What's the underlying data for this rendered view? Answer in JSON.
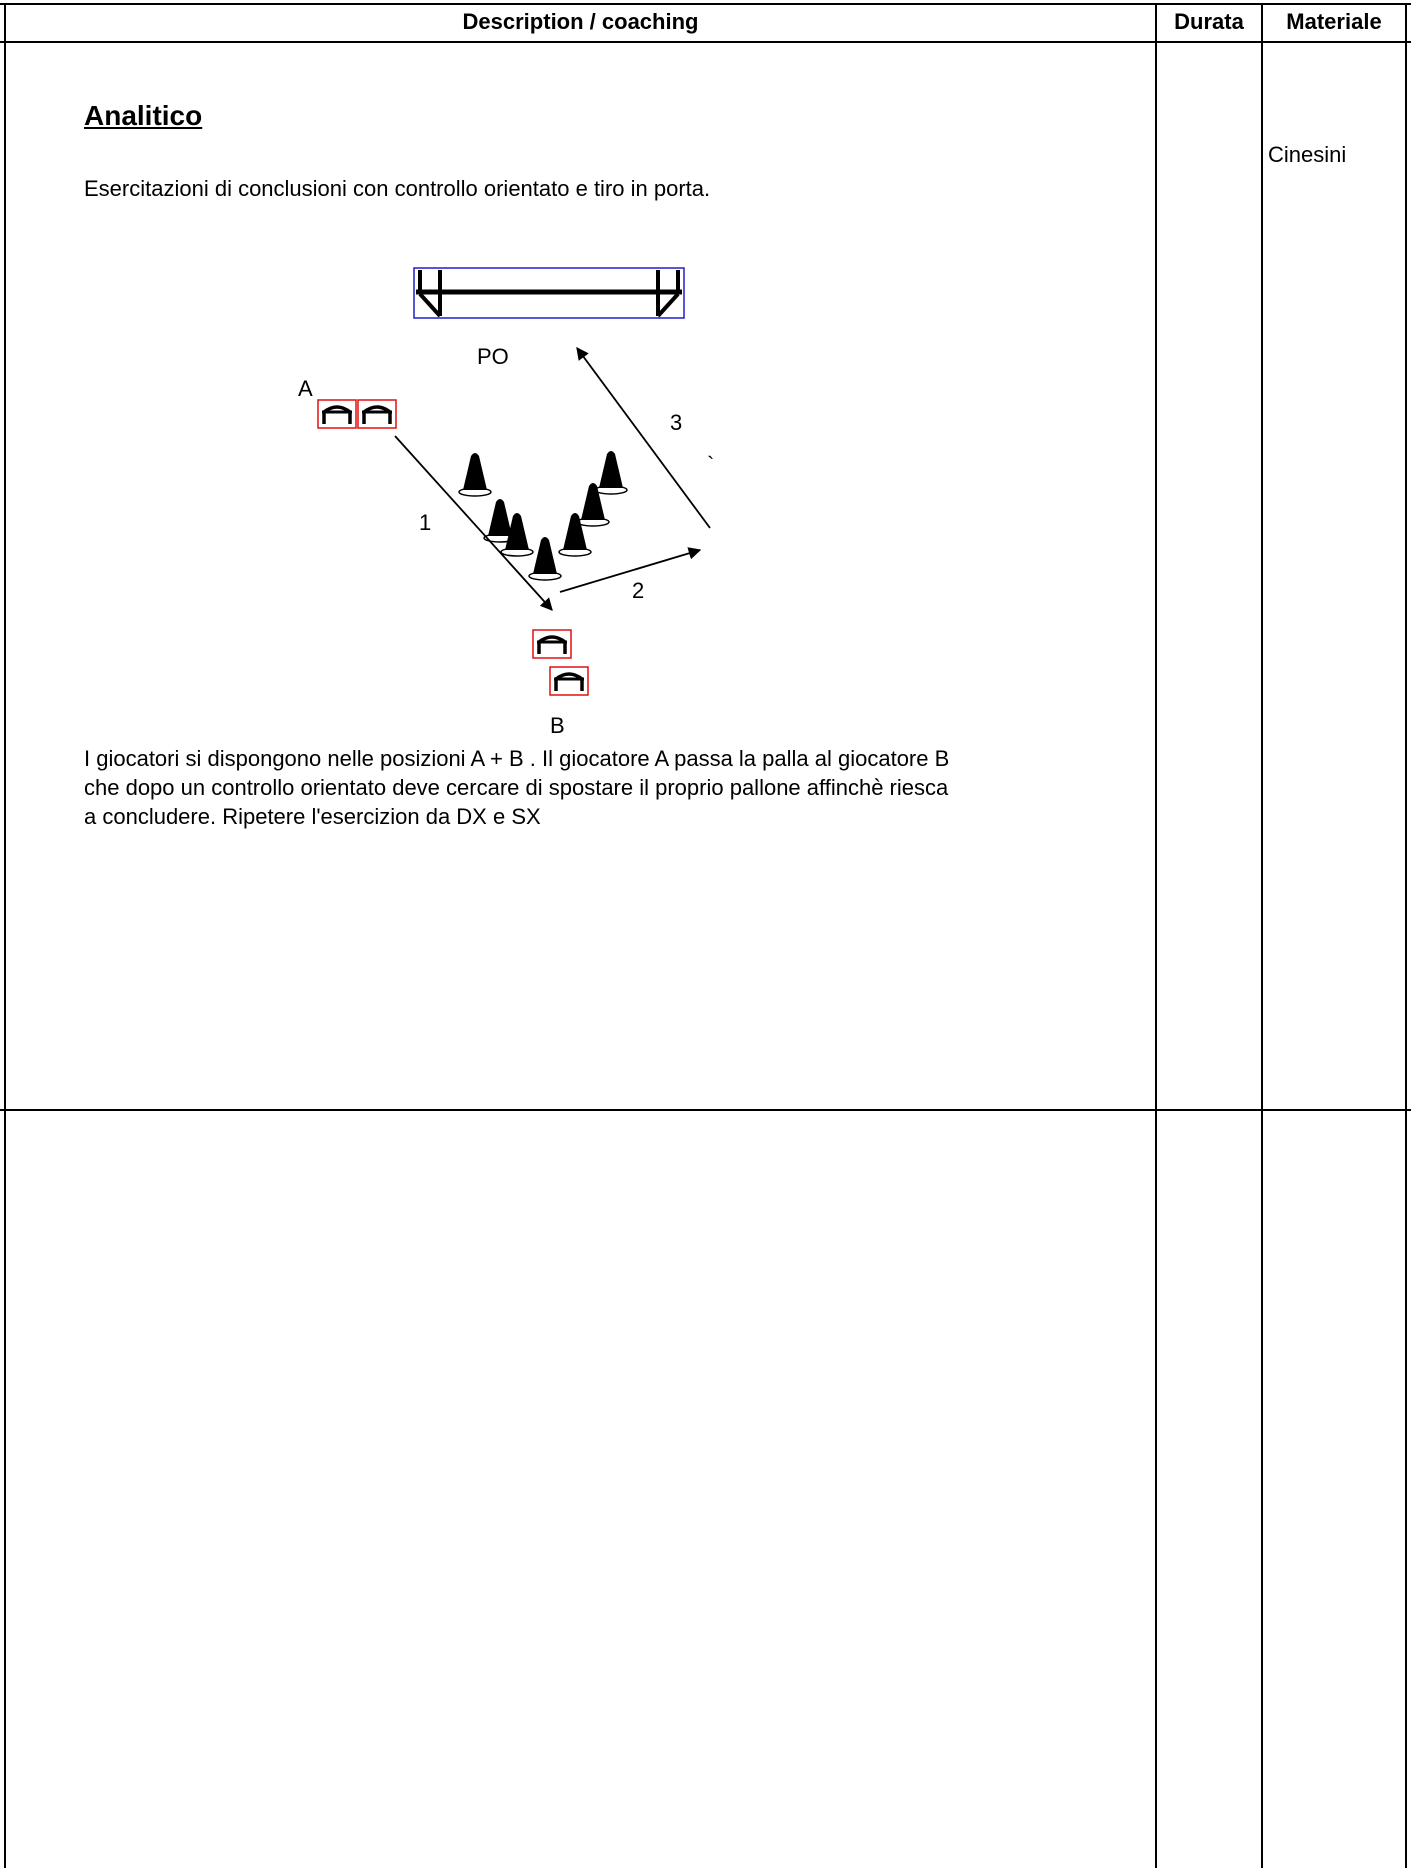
{
  "table": {
    "headers": {
      "description": "Description / coaching",
      "durata": "Durata",
      "materiale": "Materiale"
    },
    "rows": [
      {
        "title": "Analitico",
        "subtitle": "Esercitazioni di conclusioni con controllo orientato e tiro in porta.",
        "description": "I giocatori si dispongono nelle posizioni A + B . Il giocatore A passa la palla al giocatore B\nche dopo un controllo orientato deve cercare di spostare il proprio pallone affinchè riesca\na concludere. Ripetere l'esercizion da DX e SX",
        "durata": "",
        "materiale": "Cinesini"
      },
      {
        "title": "",
        "subtitle": "",
        "description": "",
        "durata": "",
        "materiale": ""
      }
    ]
  },
  "diagram": {
    "goalkeeper_label": "PO",
    "player_a_label": "A",
    "player_b_label": "B",
    "step_labels": [
      "1",
      "2",
      "3"
    ],
    "stray_mark": "`",
    "colors": {
      "goal_frame": "#1f1fd0",
      "player_frame": "#e01010",
      "ink": "#000000"
    },
    "icons": [
      "goal-icon",
      "player-icon",
      "cone-icon",
      "arrow-icon"
    ]
  }
}
